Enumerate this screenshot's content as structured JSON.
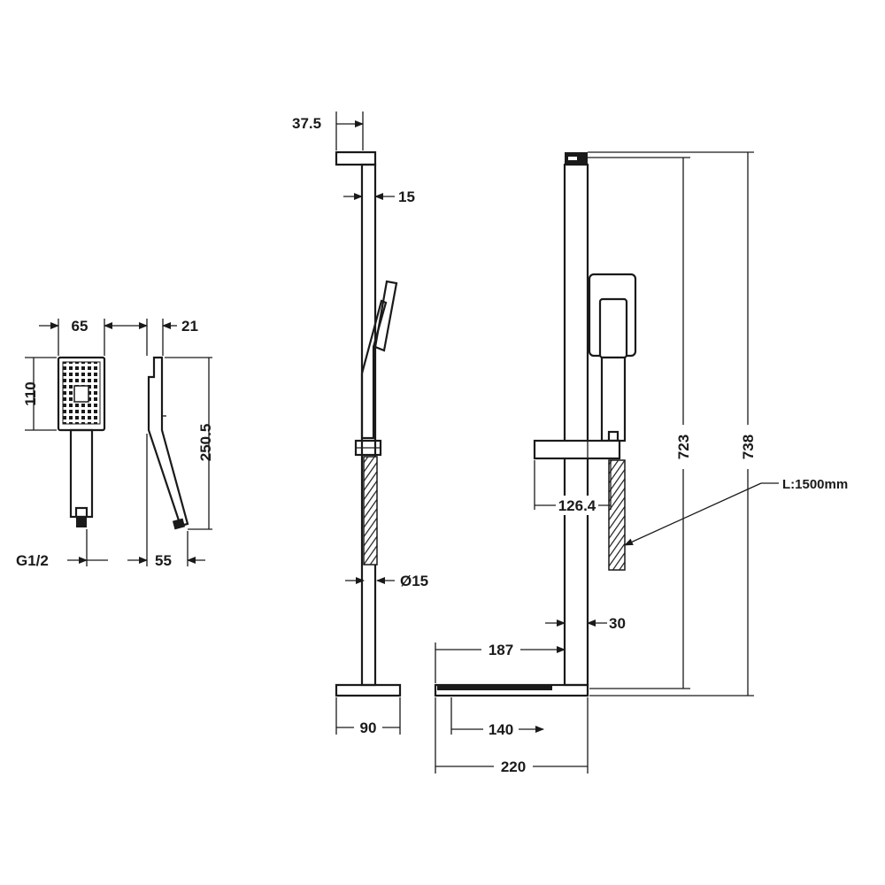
{
  "dimensions": {
    "handset_width": "65",
    "handset_head_height": "110",
    "handset_thread": "G1/2",
    "handset_depth": "21",
    "handset_side_height": "250.5",
    "handset_side_base": "55",
    "rail_top_offset": "37.5",
    "rail_width": "15",
    "hose_diameter": "Ø15",
    "base_depth": "90",
    "holder_reach": "126.4",
    "hose_length": "L:1500mm",
    "rail_depth": "30",
    "shelf_reach": "187",
    "shelf_inner": "140",
    "shelf_total": "220",
    "rail_height": "723",
    "total_height": "738"
  },
  "colors": {
    "line": "#1a1a1a",
    "background": "#ffffff"
  }
}
